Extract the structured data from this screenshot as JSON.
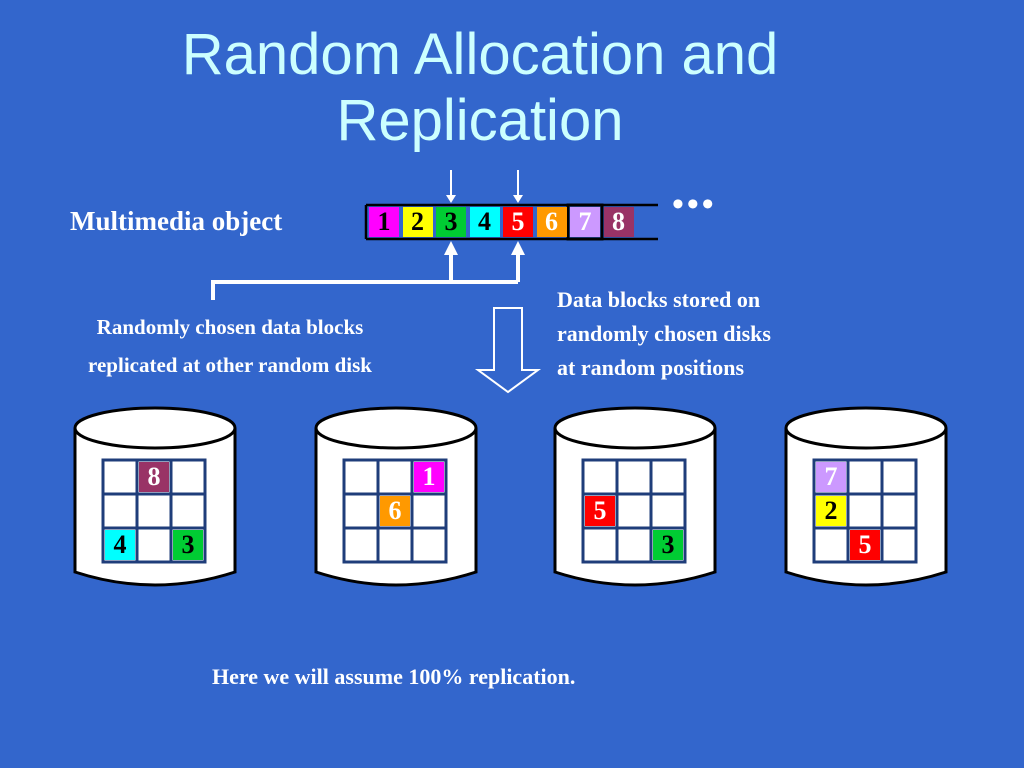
{
  "title": {
    "line1": "Random Allocation and",
    "line2": "Replication"
  },
  "object_label": "Multimedia object",
  "object_blocks": [
    {
      "label": "1",
      "bg": "#ff00ff",
      "fg": "#000000"
    },
    {
      "label": "2",
      "bg": "#ffff00",
      "fg": "#000000"
    },
    {
      "label": "3",
      "bg": "#00cc33",
      "fg": "#000000"
    },
    {
      "label": "4",
      "bg": "#00ffff",
      "fg": "#000000"
    },
    {
      "label": "5",
      "bg": "#ff0000",
      "fg": "#ffffff"
    },
    {
      "label": "6",
      "bg": "#ff9900",
      "fg": "#ffffff"
    },
    {
      "label": "7",
      "bg": "#cc99ff",
      "fg": "#ffffff"
    },
    {
      "label": "8",
      "bg": "#993366",
      "fg": "#ffffff"
    }
  ],
  "ellipsis": "•••",
  "left_note": {
    "line1": "Randomly chosen data blocks",
    "line2": "replicated at other random disk"
  },
  "right_note": {
    "line1": "Data blocks stored on",
    "line2": "randomly chosen disks",
    "line3": "at random positions"
  },
  "disks": [
    {
      "cells": [
        {
          "pos": 1,
          "label": "8",
          "bg": "#993366",
          "fg": "#ffffff"
        },
        {
          "pos": 6,
          "label": "4",
          "bg": "#00ffff",
          "fg": "#000000"
        },
        {
          "pos": 8,
          "label": "3",
          "bg": "#00cc33",
          "fg": "#000000"
        }
      ]
    },
    {
      "cells": [
        {
          "pos": 2,
          "label": "1",
          "bg": "#ff00ff",
          "fg": "#ffffff"
        },
        {
          "pos": 4,
          "label": "6",
          "bg": "#ff9900",
          "fg": "#ffffff"
        }
      ]
    },
    {
      "cells": [
        {
          "pos": 3,
          "label": "5",
          "bg": "#ff0000",
          "fg": "#ffffff"
        },
        {
          "pos": 8,
          "label": "3",
          "bg": "#00cc33",
          "fg": "#000000"
        }
      ]
    },
    {
      "cells": [
        {
          "pos": 0,
          "label": "7",
          "bg": "#cc99ff",
          "fg": "#ffffff"
        },
        {
          "pos": 3,
          "label": "2",
          "bg": "#ffff00",
          "fg": "#000000"
        },
        {
          "pos": 7,
          "label": "5",
          "bg": "#ff0000",
          "fg": "#ffffff"
        }
      ]
    }
  ],
  "footer": "Here we will assume 100% replication.",
  "colors": {
    "background": "#3366cc",
    "title": "#ccffff",
    "grid_line": "#1f3d7a"
  }
}
